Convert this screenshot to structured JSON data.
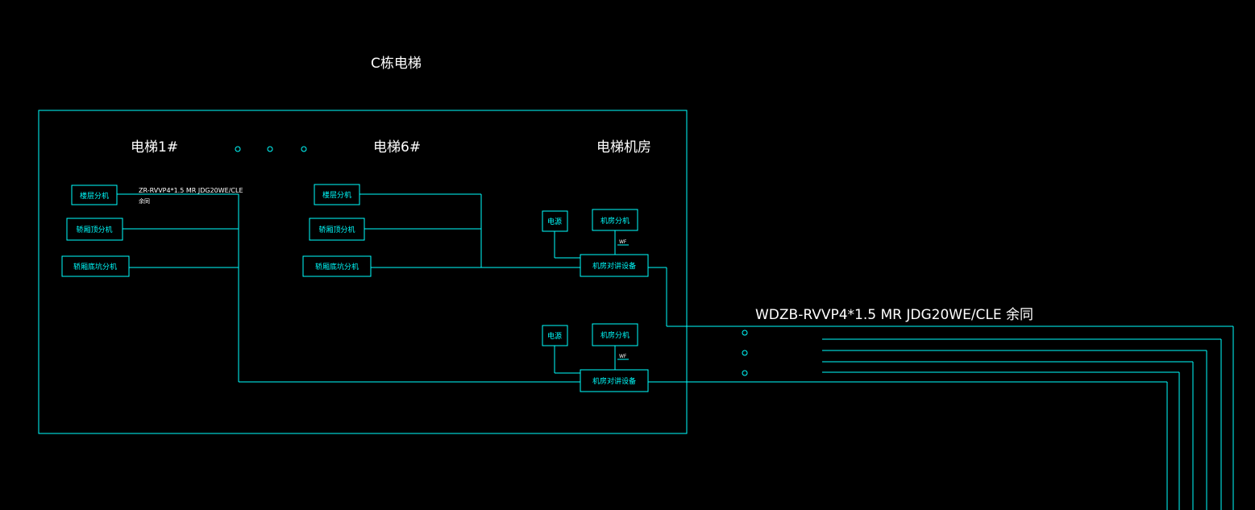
{
  "title": "C栋电梯",
  "groups": {
    "elevator1": "电梯1#",
    "elevator6": "电梯6#",
    "machine_room": "电梯机房"
  },
  "devices": {
    "floor_unit": "楼层分机",
    "car_top_unit": "轿厢顶分机",
    "car_bottom_unit": "轿厢底坑分机",
    "power": "电源",
    "room_unit": "机房分机",
    "room_host": "机房对讲设备",
    "wf": "WF"
  },
  "cables": {
    "left_cable": "ZR-RVVP4*1.5 MR JDG20WE/CLE",
    "left_cable_note": "余同",
    "main_cable": "WDZB-RVVP4*1.5 MR JDG20WE/CLE 余同"
  }
}
